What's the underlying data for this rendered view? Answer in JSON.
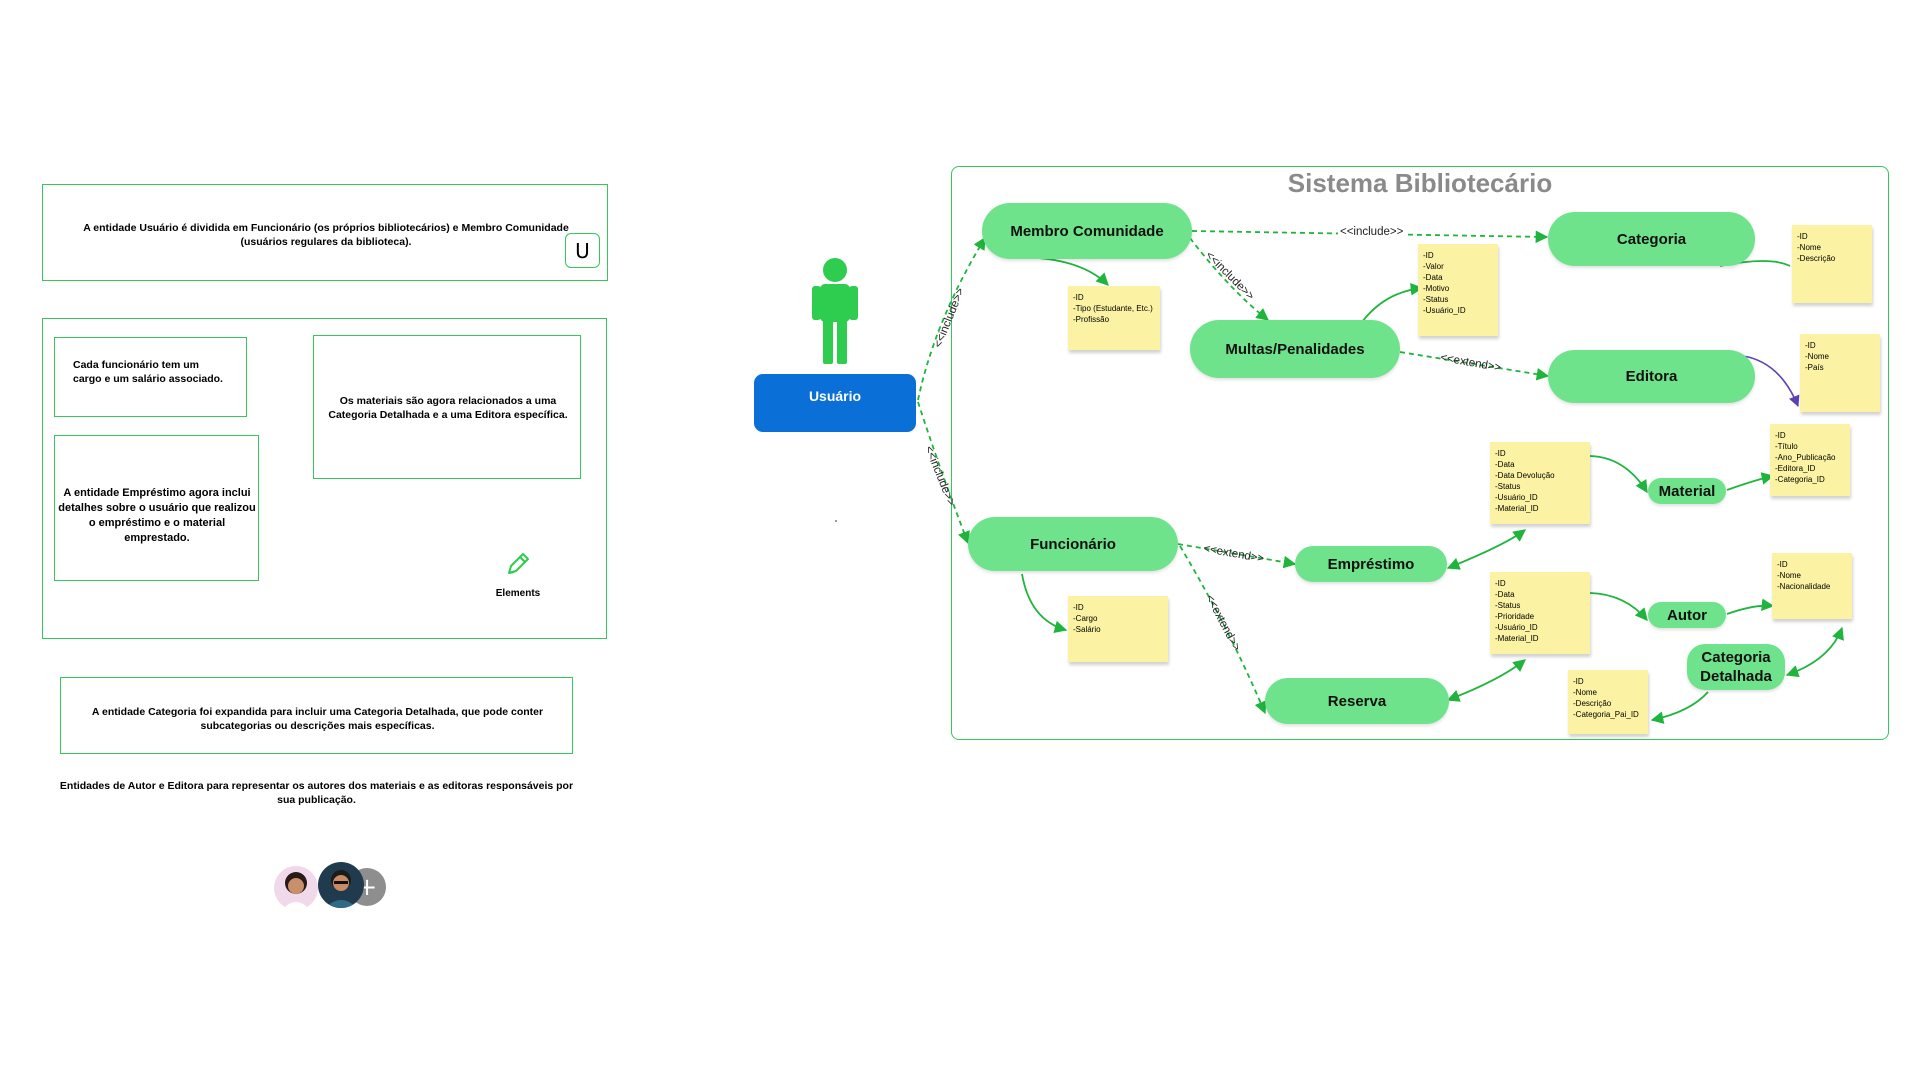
{
  "notes": {
    "usuario_dividida": "A entidade Usuário é dividida em Funcionário (os próprios bibliotecários) e Membro Comunidade (usuários regulares da biblioteca).",
    "funcionario_cargo": "Cada funcionário tem um cargo e um salário associado.",
    "emprestimo_detalhes": "A entidade Empréstimo agora inclui detalhes sobre o usuário que realizou o empréstimo e o material emprestado.",
    "materiais_relacionados": "Os materiais são agora relacionados a uma Categoria Detalhada e a uma Editora específica.",
    "categoria_expandida": "A entidade Categoria foi expandida para incluir uma Categoria Detalhada, que pode conter subcategorias ou descrições mais específicas.",
    "autor_editora": "Entidades de Autor e Editora para representar os autores dos materiais e as editoras responsáveis por sua publicação."
  },
  "badge_letter": "U",
  "elements_label": "Elements",
  "diagram": {
    "title": "Sistema Bibliotecário",
    "actor": "Usuário",
    "nodes": {
      "membro": "Membro Comunidade",
      "funcionario": "Funcionário",
      "multas": "Multas/Penalidades",
      "emprestimo": "Empréstimo",
      "reserva": "Reserva",
      "categoria": "Categoria",
      "editora": "Editora",
      "material": "Material",
      "autor": "Autor",
      "categoria_detalhada": "Categoria Detalhada"
    },
    "edge_labels": {
      "include": "<<include>>",
      "extend": "<<extend>>"
    },
    "stickies": {
      "membro": [
        "-ID",
        "-Tipo (Estudante, Etc.)",
        "-Profissão"
      ],
      "multas": [
        "-ID",
        "-Valor",
        "-Data",
        "-Motivo",
        "-Status",
        "-Usuário_ID"
      ],
      "categoria": [
        "-ID",
        "-Nome",
        "-Descrição"
      ],
      "editora": [
        "-ID",
        "-Nome",
        "-País"
      ],
      "emprestimo": [
        "-ID",
        "-Data",
        "-Data Devolução",
        "-Status",
        "-Usuário_ID",
        "-Material_ID"
      ],
      "material": [
        "-ID",
        "-Título",
        "-Ano_Publicação",
        "-Editora_ID",
        "-Categoria_ID"
      ],
      "funcionario": [
        "-ID",
        "-Cargo",
        "-Salário"
      ],
      "reserva": [
        "-ID",
        "-Data",
        "-Status",
        "-Prioridade",
        "-Usuário_ID",
        "-Material_ID"
      ],
      "autor": [
        "-ID",
        "-Nome",
        "-Nacionalidade"
      ],
      "categoria_detalhada": [
        "-ID",
        "-Nome",
        "-Descrição",
        "-Categoria_Pai_ID"
      ]
    }
  },
  "colors": {
    "green_node": "#6fe38c",
    "green_line": "#1fb43c",
    "frame": "#34c759",
    "actor_box": "#0a6fd6",
    "actor_figure": "#2ecc4f",
    "sticky": "#fbf3a3"
  }
}
